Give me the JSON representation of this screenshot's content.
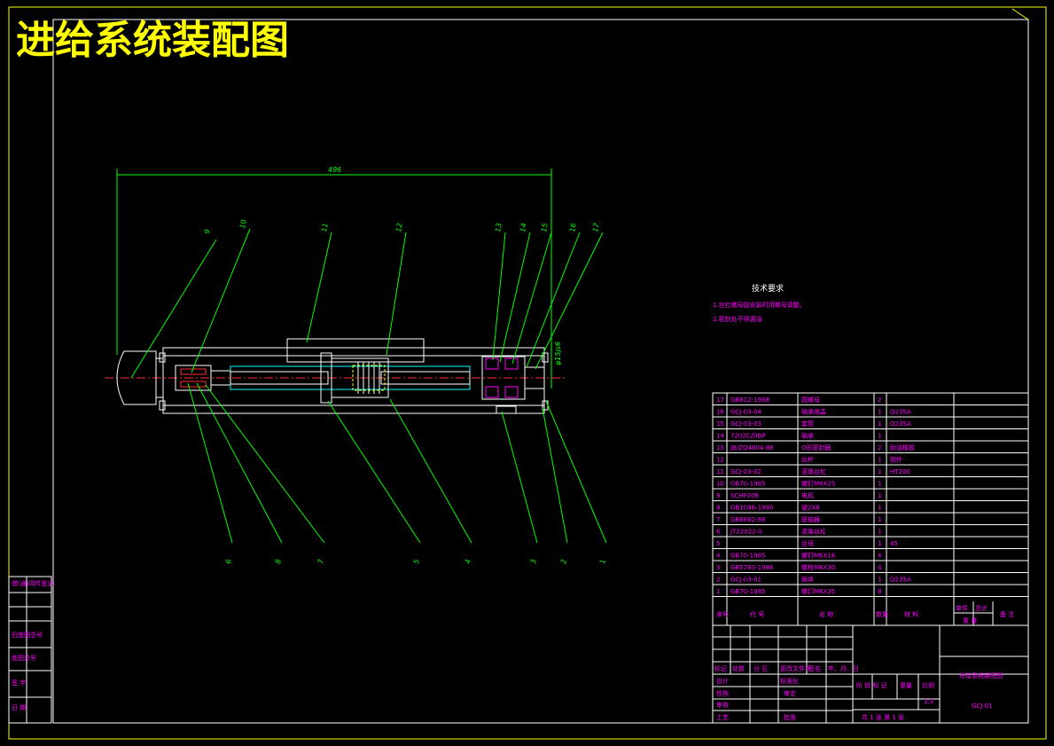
{
  "title": "进给系统装配图",
  "dimension_total": "496",
  "dimension_diameter": "φ15js6",
  "tech_requirements": {
    "heading": "技术要求",
    "items": [
      "1.丝杠螺母副安装时用螺母调整。",
      "2.密封处不得漏油"
    ]
  },
  "balloons_top": [
    "9",
    "10",
    "11",
    "12",
    "13",
    "14",
    "15",
    "16",
    "17"
  ],
  "balloons_bottom": [
    "6",
    "8",
    "7",
    "5",
    "4",
    "3",
    "2",
    "1"
  ],
  "parts_list": [
    {
      "no": "17",
      "code": "GB812-1988",
      "name": "圆螺母",
      "qty": "2",
      "material": ""
    },
    {
      "no": "16",
      "code": "GCJ-03-04",
      "name": "轴承端盖",
      "qty": "1",
      "material": "Q235A"
    },
    {
      "no": "15",
      "code": "GCJ-03-03",
      "name": "套筒",
      "qty": "1",
      "material": "Q235A"
    },
    {
      "no": "14",
      "code": "7202C/DBP",
      "name": "轴承",
      "qty": "1",
      "material": ""
    },
    {
      "no": "13",
      "code": "JB/ZQ4604-86",
      "name": "O形密封圈",
      "qty": "2",
      "material": "耐油橡胶"
    },
    {
      "no": "12",
      "code": "",
      "name": "丝杆",
      "qty": "1",
      "material": "钢件"
    },
    {
      "no": "11",
      "code": "GCJ-03-02",
      "name": "滚珠丝杠",
      "qty": "1",
      "material": "HT200"
    },
    {
      "no": "10",
      "code": "GB70-1985",
      "name": "螺钉M8X25",
      "qty": "1",
      "material": ""
    },
    {
      "no": "9",
      "code": "SCHF008",
      "name": "电机",
      "qty": "1",
      "material": ""
    },
    {
      "no": "8",
      "code": "GB1096-1990",
      "name": "键2X8",
      "qty": "1",
      "material": ""
    },
    {
      "no": "7",
      "code": "GB6862-88",
      "name": "联轴器",
      "qty": "1",
      "material": ""
    },
    {
      "no": "6",
      "code": "JT22022-0",
      "name": "滚珠丝杠",
      "qty": "1",
      "material": ""
    },
    {
      "no": "5",
      "code": "",
      "name": "丝母",
      "qty": "1",
      "material": "45"
    },
    {
      "no": "4",
      "code": "GB70-1985",
      "name": "螺钉M6X16",
      "qty": "4",
      "material": ""
    },
    {
      "no": "3",
      "code": "GB5783-1986",
      "name": "螺栓M6X30",
      "qty": "4",
      "material": ""
    },
    {
      "no": "2",
      "code": "GCJ-03-01",
      "name": "箱体",
      "qty": "1",
      "material": "Q235A"
    },
    {
      "no": "1",
      "code": "GB70-1985",
      "name": "螺钉M6X35",
      "qty": "8",
      "material": ""
    }
  ],
  "parts_header": {
    "no": "序号",
    "code": "代 号",
    "name": "名 称",
    "qty": "数量",
    "material": "材 料",
    "unit_weight": "单件",
    "total_weight": "总计",
    "weight": "重 量",
    "note": "备 注"
  },
  "title_block": {
    "drawing_name": "进给系统装配图",
    "drawing_no": "GCJ-01",
    "scale_label": "比例",
    "scale": "1:5",
    "weight_label": "重量",
    "stage_label": "阶 段 标 记",
    "sheets": "共 1 张  第 1 张",
    "rev_headers": [
      "标记",
      "处数",
      "分 区",
      "更改文件号",
      "签名",
      "年、月、日"
    ],
    "roles": [
      "设计",
      "校核",
      "审核",
      "工艺"
    ],
    "roles_right": [
      "标准化",
      "审定",
      "批准"
    ]
  },
  "left_strip": [
    "借(通)用件登记",
    "旧底图总号",
    "底图总号",
    "签 字",
    "日 期"
  ]
}
